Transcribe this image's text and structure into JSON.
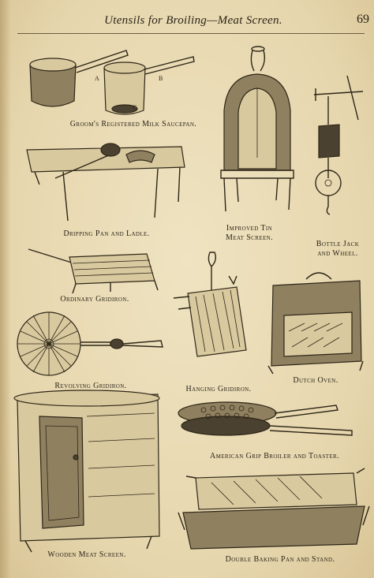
{
  "header": {
    "title": "Utensils for Broiling—Meat Screen.",
    "page_number": "69"
  },
  "figures": {
    "milk_saucepan": {
      "caption": "Groom's Registered Milk Saucepan.",
      "letters": [
        "A",
        "B",
        "C"
      ]
    },
    "meat_screen": {
      "caption_line1": "Improved Tin",
      "caption_line2": "Meat Screen."
    },
    "bottle_jack": {
      "caption_line1": "Bottle Jack",
      "caption_line2": "and Wheel."
    },
    "dripping_pan": {
      "caption": "Dripping Pan and Ladle."
    },
    "ordinary_gridiron": {
      "caption": "Ordinary Gridiron."
    },
    "revolving_gridiron": {
      "caption": "Revolving Gridiron."
    },
    "hanging_gridiron": {
      "caption": "Hanging Gridiron."
    },
    "dutch_oven": {
      "caption": "Dutch Oven."
    },
    "wooden_meat_screen": {
      "caption": "Wooden Meat Screen."
    },
    "grip_broiler": {
      "caption": "American Grip Broiler and Toaster."
    },
    "baking_pan": {
      "caption": "Double Baking Pan and Stand."
    }
  }
}
